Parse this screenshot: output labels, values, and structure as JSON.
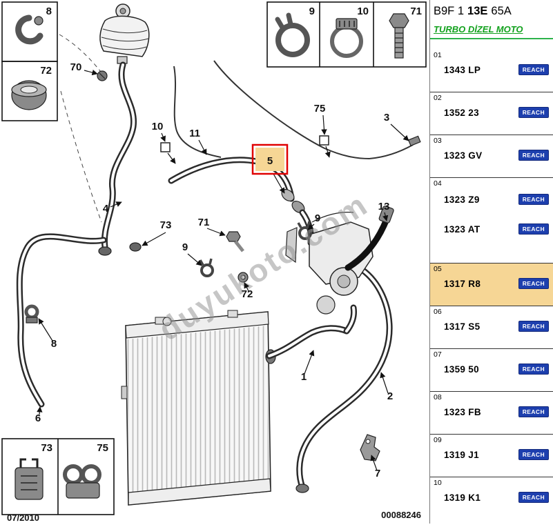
{
  "panel": {
    "code": {
      "part1": "B9F 1",
      "bold": "13E",
      "part2": "65A"
    },
    "subtitle": "TURBO DİZEL MOTO",
    "reach_label": "REACH",
    "rows": [
      {
        "index": "01",
        "part1": "1343 LP"
      },
      {
        "index": "02",
        "part1": "1352 23"
      },
      {
        "index": "03",
        "part1": "1323 GV"
      },
      {
        "index": "04",
        "part1": "1323 Z9",
        "part2": "1323 AT"
      },
      {
        "index": "05",
        "part1": "1317 R8"
      },
      {
        "index": "06",
        "part1": "1317 S5"
      },
      {
        "index": "07",
        "part1": "1359 50"
      },
      {
        "index": "08",
        "part1": "1323 FB"
      },
      {
        "index": "09",
        "part1": "1319 J1"
      },
      {
        "index": "10",
        "part1": "1319 K1"
      }
    ]
  },
  "diagram": {
    "insets": {
      "i8": "8",
      "i72": "72",
      "i9": "9",
      "i10": "10",
      "i71": "71",
      "i73": "73",
      "i75": "75"
    },
    "callouts": {
      "c70": "70",
      "c10": "10",
      "c11": "11",
      "c5": "5",
      "c75": "75",
      "c3": "3",
      "c4": "4",
      "c73": "73",
      "c71": "71",
      "c9a": "9",
      "c13": "13",
      "c9b": "9",
      "c72": "72",
      "c8": "8",
      "c1": "1",
      "c2": "2",
      "c6": "6",
      "c7": "7"
    },
    "date": "07/2010",
    "sheet_number": "00088246",
    "watermark": "duyukoto.com",
    "highlight_fill": "#f6d695",
    "highlight_border": "#e00000"
  }
}
